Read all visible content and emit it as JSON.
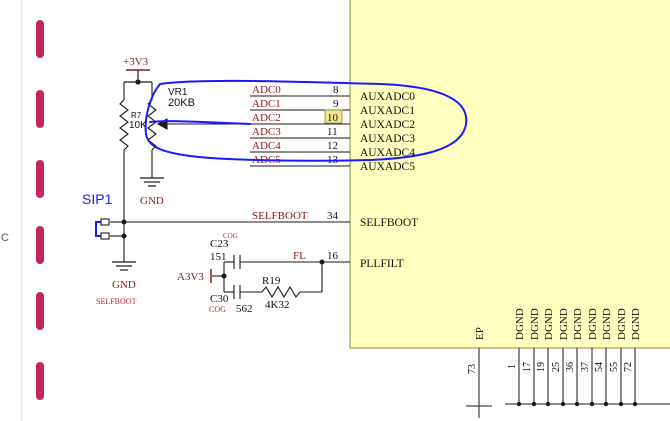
{
  "sheet": {
    "zone_letter": "C"
  },
  "power": {
    "supply_label": "+3V3",
    "supply2_label": "A3V3",
    "gnd_label_1": "GND",
    "gnd_label_2": "GND"
  },
  "vr1": {
    "refdes": "VR1",
    "value": "20KB"
  },
  "r7": {
    "refdes": "R7",
    "value": "10K"
  },
  "sip1": {
    "refdes": "SIP1",
    "caption": "SELFBOOT"
  },
  "adc_nets": [
    {
      "net": "ADC0",
      "pin": "8",
      "port": "AUXADC0"
    },
    {
      "net": "ADC1",
      "pin": "9",
      "port": "AUXADC1"
    },
    {
      "net": "ADC2",
      "pin": "10",
      "port": "AUXADC2"
    },
    {
      "net": "ADC3",
      "pin": "11",
      "port": "AUXADC3"
    },
    {
      "net": "ADC4",
      "pin": "12",
      "port": "AUXADC4"
    },
    {
      "net": "ADC5",
      "pin": "13",
      "port": "AUXADC5"
    }
  ],
  "selfboot": {
    "net": "SELFBOOT",
    "pin": "34",
    "port": "SELFBOOT"
  },
  "pll": {
    "net": "FL",
    "pin": "16",
    "port": "PLLFILT"
  },
  "c23": {
    "refdes": "C23",
    "tag": "COG",
    "value": "151"
  },
  "c30": {
    "refdes": "C30",
    "tag": "COG",
    "value": "562"
  },
  "r19": {
    "refdes": "R19",
    "value": "4K32"
  },
  "bottom_pins": [
    {
      "num": "73",
      "name": "EP"
    },
    {
      "num": "1",
      "name": "DGND"
    },
    {
      "num": "17",
      "name": "DGND"
    },
    {
      "num": "19",
      "name": "DGND"
    },
    {
      "num": "25",
      "name": "DGND"
    },
    {
      "num": "36",
      "name": "DGND"
    },
    {
      "num": "37",
      "name": "DGND"
    },
    {
      "num": "54",
      "name": "DGND"
    },
    {
      "num": "55",
      "name": "DGND"
    },
    {
      "num": "72",
      "name": "DGND"
    }
  ],
  "colors": {
    "chip_fill": "#ffffc0",
    "chip_border": "#8a8a3c",
    "border_mark": "#c8245a",
    "annotation": "#1a1aff",
    "wire": "#1a1a1a",
    "net_label": "#8b1a1a",
    "power_symbol": "#8b1a1a"
  }
}
